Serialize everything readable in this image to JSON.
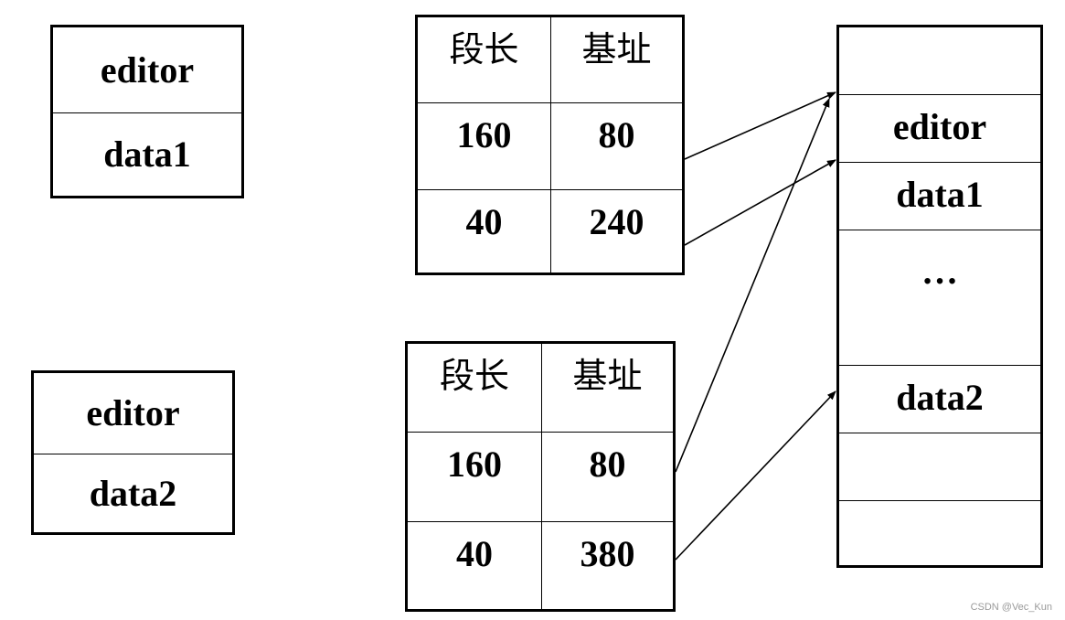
{
  "process1_segments": [
    "editor",
    "data1"
  ],
  "process2_segments": [
    "editor",
    "data2"
  ],
  "table1": {
    "headers": [
      "段长",
      "基址"
    ],
    "rows": [
      [
        "160",
        "80"
      ],
      [
        "40",
        "240"
      ]
    ]
  },
  "table2": {
    "headers": [
      "段长",
      "基址"
    ],
    "rows": [
      [
        "160",
        "80"
      ],
      [
        "40",
        "380"
      ]
    ]
  },
  "memory": {
    "cells": [
      "",
      "editor",
      "data1",
      "…",
      "data2",
      "",
      ""
    ]
  },
  "watermark": "CSDN @Vec_Kun",
  "colors": {
    "stroke": "#000000",
    "background": "#ffffff",
    "watermark": "#9a9a9a"
  }
}
